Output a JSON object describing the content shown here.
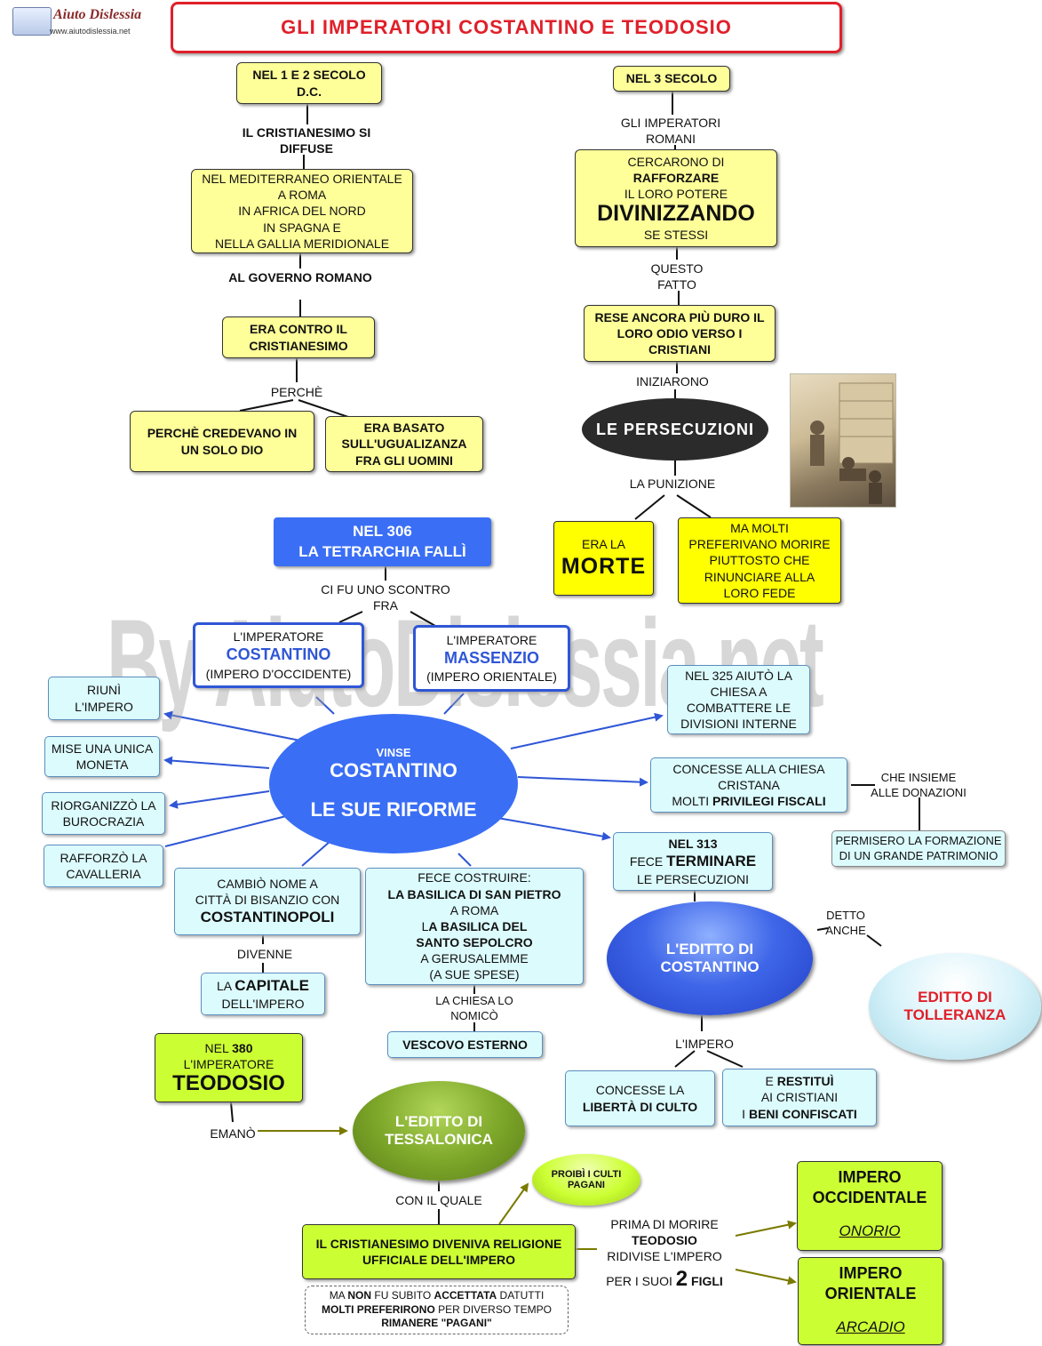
{
  "header": {
    "site_name": "Aiuto Dislessia",
    "site_url": "www.aiutodislessia.net",
    "title": "GLI IMPERATORI COSTANTINO E TEODOSIO"
  },
  "watermark": "By AiutoDislessia.net",
  "left_branch": {
    "century": "NEL 1 E 2  SECOLO D.C.",
    "label1": "IL CRISTIANESIMO SI DIFFUSE",
    "places": [
      "NEL MEDITERRANEO ORIENTALE",
      "A ROMA",
      "IN AFRICA DEL NORD",
      "IN SPAGNA E",
      "NELLA GALLIA MERIDIONALE"
    ],
    "label2": "AL GOVERNO ROMANO",
    "against": "ERA CONTRO IL CRISTIANESIMO",
    "why": "PERCHÈ",
    "reason1": "PERCHÈ CREDEVANO IN UN SOLO DIO",
    "reason2": "ERA BASATO SULL'UGUALIZANZA FRA GLI UOMINI"
  },
  "right_branch": {
    "century": "NEL 3 SECOLO",
    "label1": "GLI IMPERATORI ROMANI",
    "box_line1": "CERCARONO DI",
    "box_bold": "RAFFORZARE",
    "box_line3": "IL LORO POTERE",
    "box_big": "DIVINIZZANDO",
    "box_line5": "SE STESSI",
    "label2": "QUESTO FATTO",
    "hate": "RESE ANCORA PIÙ DURO IL LORO ODIO VERSO I CRISTIANI",
    "label3": "INIZIARONO",
    "persecutions": "LE PERSECUZIONI",
    "label4": "LA PUNIZIONE",
    "death_small": "ERA LA",
    "death_big": "MORTE",
    "faith": "MA MOLTI PREFERIVANO MORIRE PIUTTOSTO CHE RINUNCIARE ALLA LORO FEDE"
  },
  "tetrarchy": {
    "year": "NEL 306",
    "text": "LA TETRARCHIA FALLÌ",
    "label": "CI FU UNO SCONTRO FRA"
  },
  "emperors": {
    "left_pre": "L'IMPERATORE",
    "left_name": "COSTANTINO",
    "left_post": "(IMPERO D'OCCIDENTE)",
    "right_pre": "L'IMPERATORE",
    "right_name": "MASSENZIO",
    "right_post": "(IMPERO ORIENTALE)"
  },
  "center": {
    "small": "VINSE",
    "name": "COSTANTINO",
    "reforms": "LE SUE RIFORME"
  },
  "reforms_left": [
    "RIUNÌ L'IMPERO",
    "MISE UNA UNICA MONETA",
    "RIORGANIZZÒ  LA  BUROCRAZIA",
    "RAFFORZÒ  LA  CAVALLERIA"
  ],
  "capital": {
    "line1": "CAMBIÒ NOME A",
    "line2": "CITTÀ DI BISANZIO CON",
    "city": "COSTANTINOPOLI",
    "label": "DIVENNE",
    "cap_pre": "LA",
    "cap_word": "CAPITALE",
    "cap_post": "DELL'IMPERO"
  },
  "basilicas": {
    "line1": "FECE COSTRUIRE:",
    "b1": "LA BASILICA DI SAN PIETRO",
    "line3": "A ROMA",
    "b2a_plain": "L",
    "b2a_bold": "A BASILICA DEL",
    "b2b": "SANTO SEPOLCRO",
    "line6": "A GERUSALEMME",
    "line7": "(A SUE SPESE)",
    "label": "LA CHIESA LO NOMICÒ",
    "bishop": "VESCOVO ESTERNO"
  },
  "reforms_right": {
    "r325": "NEL 325 AIUTÒ LA CHIESA A COMBATTERE LE DIVISIONI INTERNE",
    "fiscal_line1": "CONCESSE  ALLA CHIESA",
    "fiscal_line2": "CRISTANA",
    "fiscal_plain": "MOLTI",
    "fiscal_bold": "PRIVILEGI FISCALI",
    "fiscal_label": "CHE INSIEME ALLE DONAZIONI",
    "patrimony": "PERMISERO LA FORMAZIONE DI UN GRANDE PATRIMONIO",
    "n313_year": "NEL 313",
    "n313_pre": "FECE",
    "n313_bold": "TERMINARE",
    "n313_post": "LE PERSECUZIONI"
  },
  "edict_constantine": {
    "title": "L'EDITTO DI COSTANTINO",
    "also_label": "DETTO ANCHE",
    "tolerance": "EDITTO DI TOLLERANZA",
    "label": "L'IMPERO",
    "freedom_line1": "CONCESSE  LA",
    "freedom_bold": "LIBERTÀ DI CULTO",
    "restored_pre": "E",
    "restored_bold": "RESTITUÌ",
    "restored_line2": "AI CRISTIANI",
    "restored_pre3": "I",
    "restored_bold3": "BENI CONFISCATI"
  },
  "theodosius": {
    "year_pre": "NEL",
    "year": "380",
    "title": "L'IMPERATORE",
    "name": "TEODOSIO",
    "label": "EMANÒ",
    "edict": "L'EDITTO DI TESSALONICA",
    "label2": "CON IL QUALE",
    "pagan_ban": "PROIBÌ I CULTI PAGANI",
    "religion": "IL CRISTIANESIMO DIVENIVA RELIGIONE UFFICIALE DELL'IMPERO",
    "note_a": "MA",
    "note_b": "NON",
    "note_c": "FU SUBITO",
    "note_d": "ACCETTATA",
    "note_e": "DATUTTI",
    "note_f": "MOLTI PREFERIRONO",
    "note_g": "PER DIVERSO TEMPO",
    "note_h": "RIMANERE  \"PAGANI\"",
    "division_line1": "PRIMA DI MORIRE",
    "division_bold": "TEODOSIO",
    "division_line3": "RIDIVISE L'IMPERO",
    "division_pre": "PER I SUOI",
    "division_num": "2",
    "division_post": "FIGLI",
    "west": "IMPERO OCCIDENTALE",
    "west_heir": "ONORIO",
    "east": "IMPERO ORIENTALE",
    "east_heir": "ARCADIO"
  },
  "colors": {
    "blue": "#2f56d6",
    "red": "#e0202a",
    "yellow": "#ffff99",
    "cyan": "#dcfbfd",
    "lime": "#ccff33"
  }
}
